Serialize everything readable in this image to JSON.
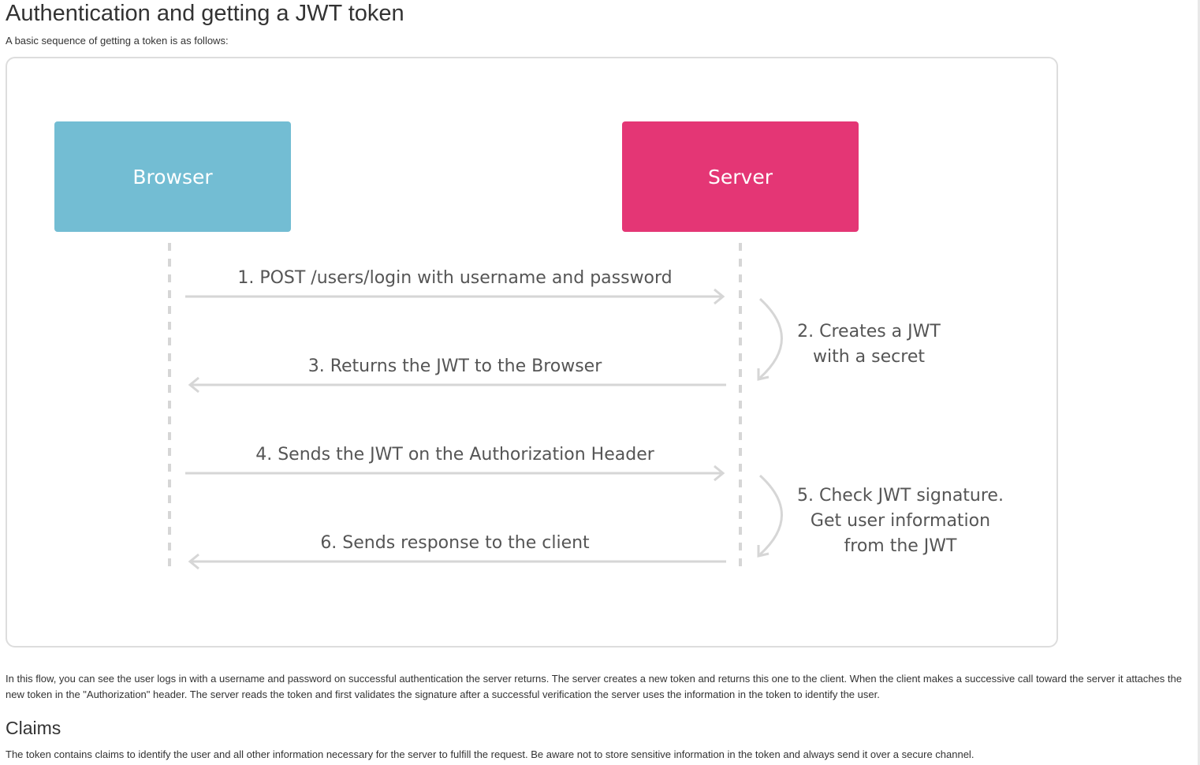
{
  "page": {
    "title": "Authentication and getting a JWT token",
    "intro": "A basic sequence of getting a token is as follows:",
    "paragraph": "In this flow, you can see the user logs in with a username and password on successful authentication the server returns. The server creates a new token and returns this one to the client. When the client makes a successive call toward the server it attaches the new token in the \"Authorization\" header. The server reads the token and first validates the signature after a successful verification the server uses the information in the token to identify the user.",
    "claims_heading": "Claims",
    "claims_text": "The token contains claims to identify the user and all other information necessary for the server to fulfill the request. Be aware not to store sensitive information in the token and always send it over a secure channel."
  },
  "diagram": {
    "browser": {
      "label": "Browser",
      "color": "#73bdd3"
    },
    "server": {
      "label": "Server",
      "color": "#e43675"
    },
    "line_color": "#d6d6d6",
    "steps": {
      "s1": "1. POST /users/login with username and password",
      "s2_line1": "2. Creates a JWT",
      "s2_line2": "with a secret",
      "s3": "3. Returns the JWT to the Browser",
      "s4": "4. Sends the JWT on the Authorization Header",
      "s5_line1": "5. Check JWT signature.",
      "s5_line2": "Get user information",
      "s5_line3": "from the JWT",
      "s6": "6. Sends response to the client"
    }
  }
}
